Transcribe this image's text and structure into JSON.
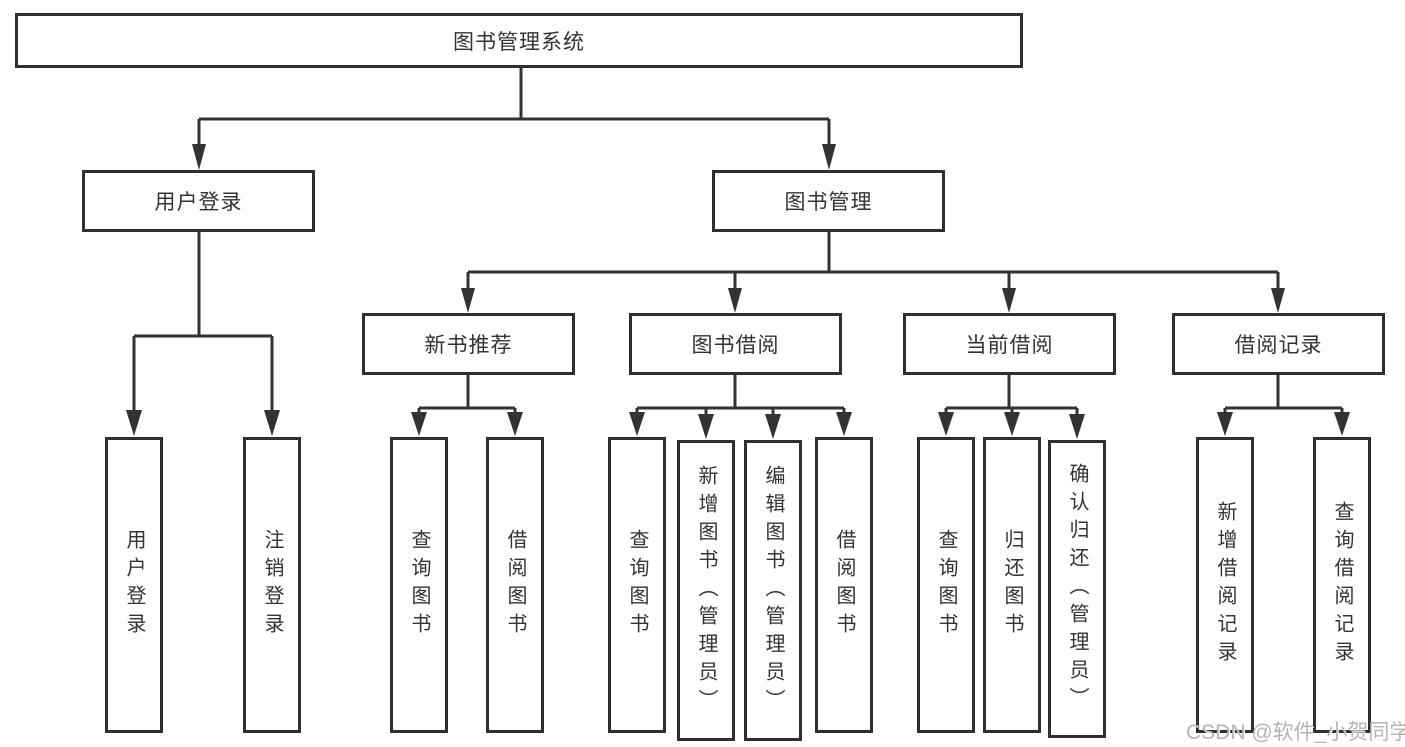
{
  "diagram": {
    "title": "图书管理系统",
    "branches": [
      {
        "label": "用户登录",
        "children": [
          "用户登录",
          "注销登录"
        ]
      },
      {
        "label": "图书管理",
        "sections": [
          {
            "label": "新书推荐",
            "children": [
              "查询图书",
              "借阅图书"
            ]
          },
          {
            "label": "图书借阅",
            "children": [
              "查询图书",
              "新增图书（管理员）",
              "编辑图书（管理员）",
              "借阅图书"
            ]
          },
          {
            "label": "当前借阅",
            "children": [
              "查询图书",
              "归还图书",
              "确认归还（管理员）"
            ]
          },
          {
            "label": "借阅记录",
            "children": [
              "新增借阅记录",
              "查询借阅记录"
            ]
          }
        ]
      }
    ]
  },
  "watermark": {
    "text": "CSDN @软件_小贺同学"
  },
  "colors": {
    "line": "#333333",
    "box_border": "#2f2f2f",
    "text": "#333333",
    "watermark": "#b4b4b4",
    "background": "#ffffff"
  }
}
